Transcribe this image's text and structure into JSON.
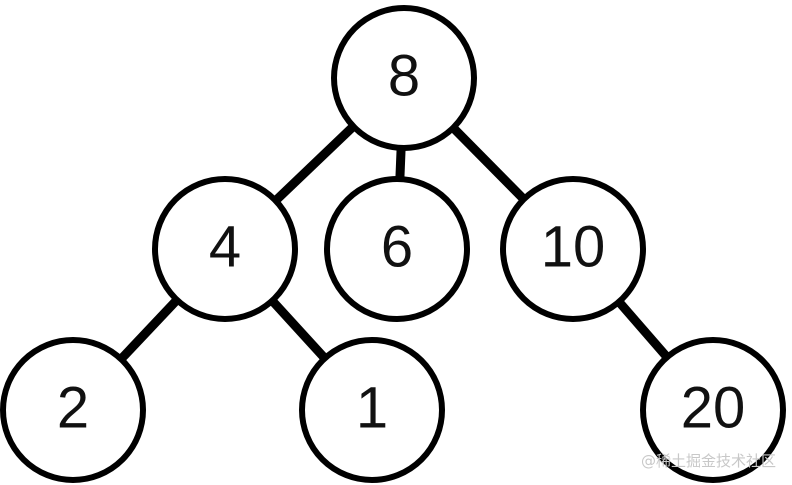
{
  "tree": {
    "root": {
      "label": "8",
      "children": [
        {
          "label": "4",
          "children": [
            {
              "label": "2",
              "children": []
            },
            {
              "label": "1",
              "children": []
            }
          ]
        },
        {
          "label": "6",
          "children": []
        },
        {
          "label": "10",
          "children": [
            {
              "label": "20",
              "children": []
            }
          ]
        }
      ]
    }
  },
  "watermark": "@稀土掘金技术社区",
  "colors": {
    "stroke": "#000000",
    "node_fill": "#ffffff",
    "label_text": "#111111",
    "watermark_text": "#c8c8c8"
  }
}
